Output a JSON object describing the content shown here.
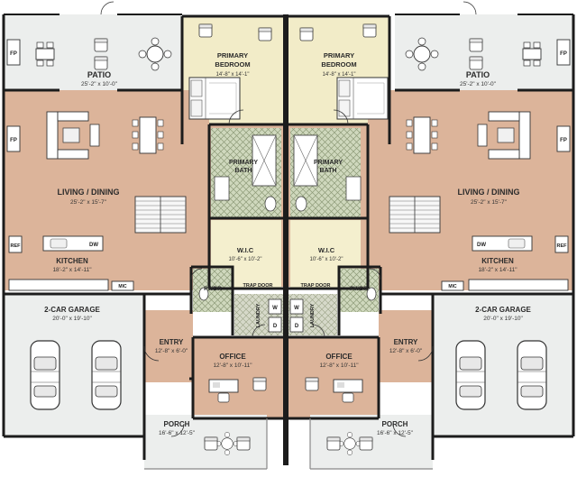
{
  "colors": {
    "wall": "#1c1c1c",
    "living": "#dcb49a",
    "bedroom": "#f2ecc8",
    "patio": "#eceeed",
    "garage": "#eceeed",
    "bath_tile": "#cdd5b8",
    "wic": "#f4efce",
    "office": "#dcb49a"
  },
  "icons": [
    "fireplace-icon",
    "car-icon",
    "bed-icon",
    "sofa-icon",
    "dining-table-icon",
    "desk-icon",
    "stairs-icon",
    "washer-icon",
    "dryer-icon"
  ],
  "left_unit": {
    "patio": {
      "name": "PATIO",
      "dims": "25'-2\" x 10'-0\""
    },
    "primary_bedroom": {
      "name1": "PRIMARY",
      "name2": "BEDROOM",
      "dims": "14'-8\" x 14'-1\""
    },
    "primary_bath": {
      "name1": "PRIMARY",
      "name2": "BATH"
    },
    "wic": {
      "name": "W.I.C",
      "dims": "10'-6\" x 10'-2\""
    },
    "trap_door": "TRAP DOOR",
    "living": {
      "name": "LIVING / DINING",
      "dims": "25'-2\" x 15'-7\""
    },
    "kitchen": {
      "name": "KITCHEN",
      "dims": "18'-2\" x 14'-11\""
    },
    "garage": {
      "name": "2-CAR GARAGE",
      "dims": "20'-0\" x 19'-10\""
    },
    "entry": {
      "name": "ENTRY",
      "dims": "12'-8\" x 6'-0\""
    },
    "office": {
      "name": "OFFICE",
      "dims": "12'-8\" x 10'-11\""
    },
    "porch": {
      "name": "PORCH",
      "dims": "16'-6\" x 12'-5\""
    },
    "pwdr": "PWDR",
    "laundry": "LAUNDRY",
    "fp": "FP",
    "ref": "REF",
    "dw": "DW",
    "mic": "MIC",
    "w": "W",
    "d": "D"
  },
  "right_unit": {
    "patio": {
      "name": "PATIO",
      "dims": "25'-2\" x 10'-0\""
    },
    "primary_bedroom": {
      "name1": "PRIMARY",
      "name2": "BEDROOM",
      "dims": "14'-8\" x 14'-1\""
    },
    "primary_bath": {
      "name1": "PRIMARY",
      "name2": "BATH"
    },
    "wic": {
      "name": "W.I.C",
      "dims": "10'-6\" x 10'-2\""
    },
    "trap_door": "TRAP DOOR",
    "living": {
      "name": "LIVING / DINING",
      "dims": "25'-2\" x 15'-7\""
    },
    "kitchen": {
      "name": "KITCHEN",
      "dims": "18'-2\" x 14'-11\""
    },
    "garage": {
      "name": "2-CAR GARAGE",
      "dims": "20'-0\" x 19'-10\""
    },
    "entry": {
      "name": "ENTRY",
      "dims": "12'-8\" x 6'-0\""
    },
    "office": {
      "name": "OFFICE",
      "dims": "12'-8\" x 10'-11\""
    },
    "porch": {
      "name": "PORCH",
      "dims": "16'-6\" x 12'-5\""
    },
    "pwdr": "PWDR",
    "laundry": "LAUNDRY",
    "fp": "FP",
    "ref": "REF",
    "dw": "DW",
    "mic": "MIC",
    "w": "W",
    "d": "D"
  }
}
